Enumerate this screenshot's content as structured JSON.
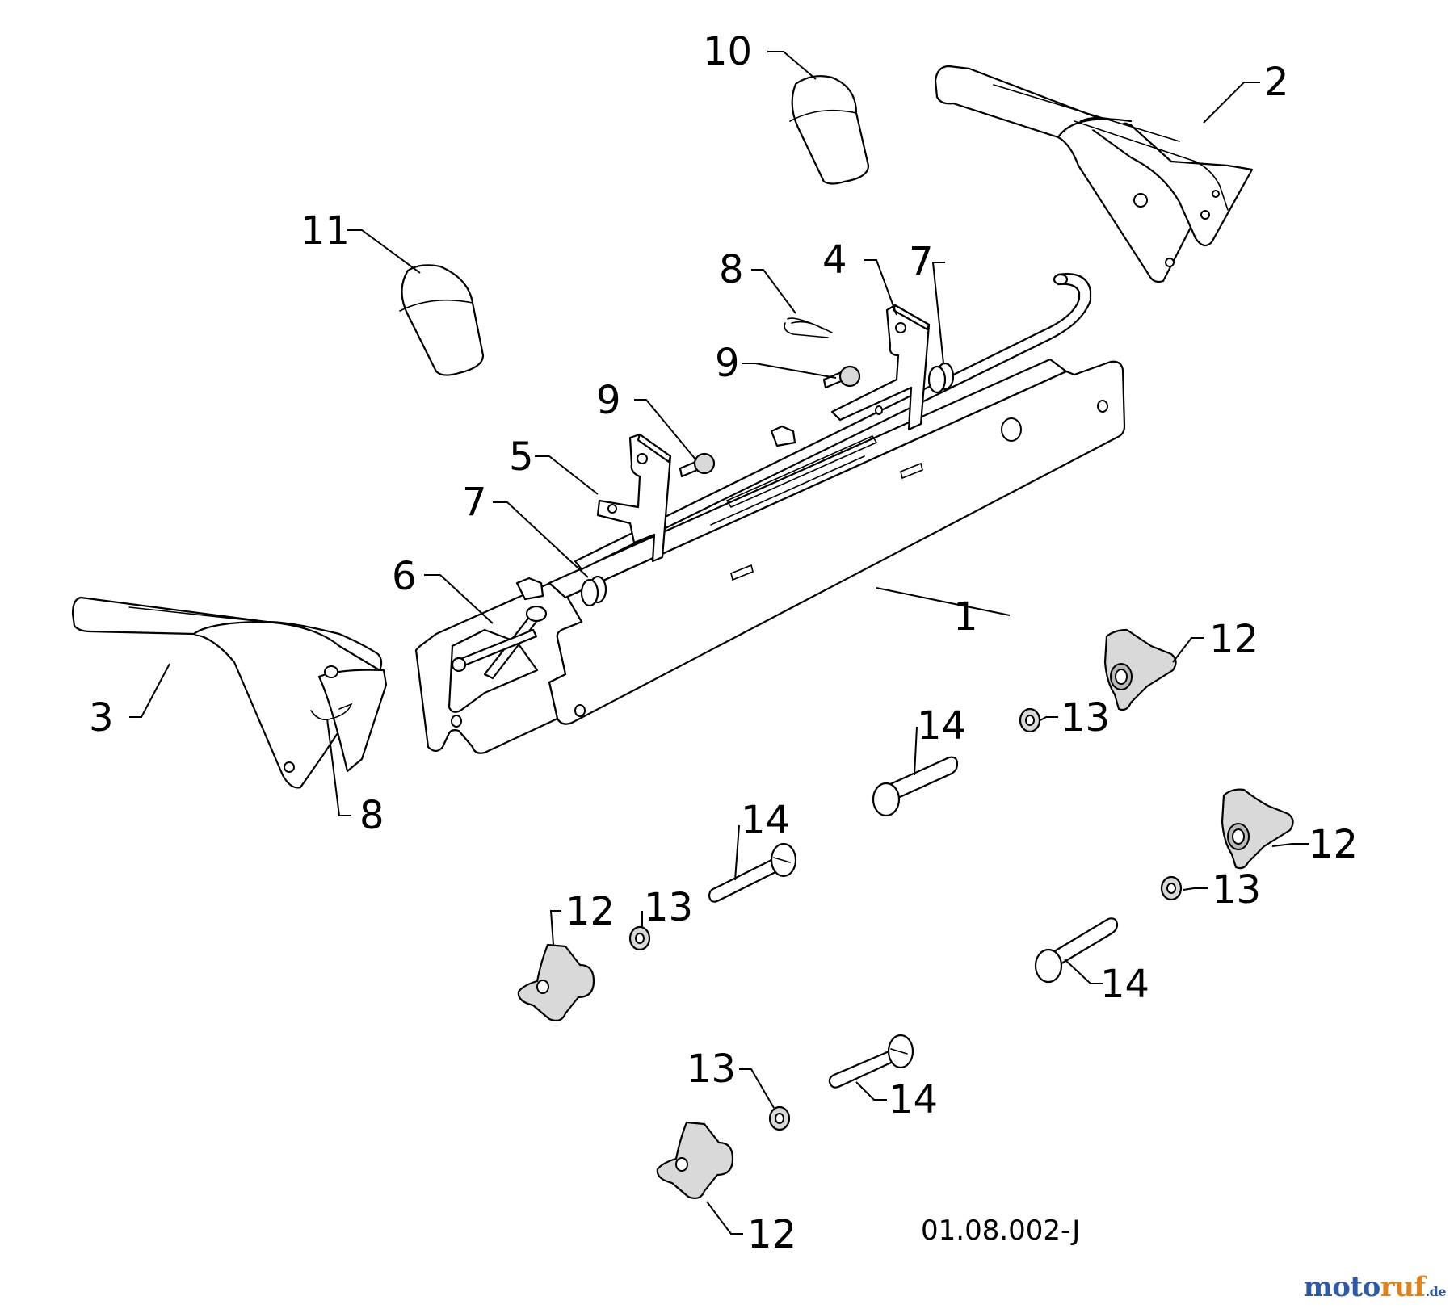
{
  "drawing_number": "01.08.002-J",
  "watermark": {
    "part1": "moto",
    "part2": "ruf",
    "part3": ".de"
  },
  "callouts": {
    "c1": "1",
    "c2": "2",
    "c3": "3",
    "c4": "4",
    "c5": "5",
    "c6": "6",
    "c7a": "7",
    "c7b": "7",
    "c8a": "8",
    "c8b": "8",
    "c9a": "9",
    "c9b": "9",
    "c10": "10",
    "c11": "11",
    "c12a": "12",
    "c12b": "12",
    "c12c": "12",
    "c12d": "12",
    "c13a": "13",
    "c13b": "13",
    "c13c": "13",
    "c13d": "13",
    "c14a": "14",
    "c14b": "14",
    "c14c": "14",
    "c14d": "14"
  }
}
